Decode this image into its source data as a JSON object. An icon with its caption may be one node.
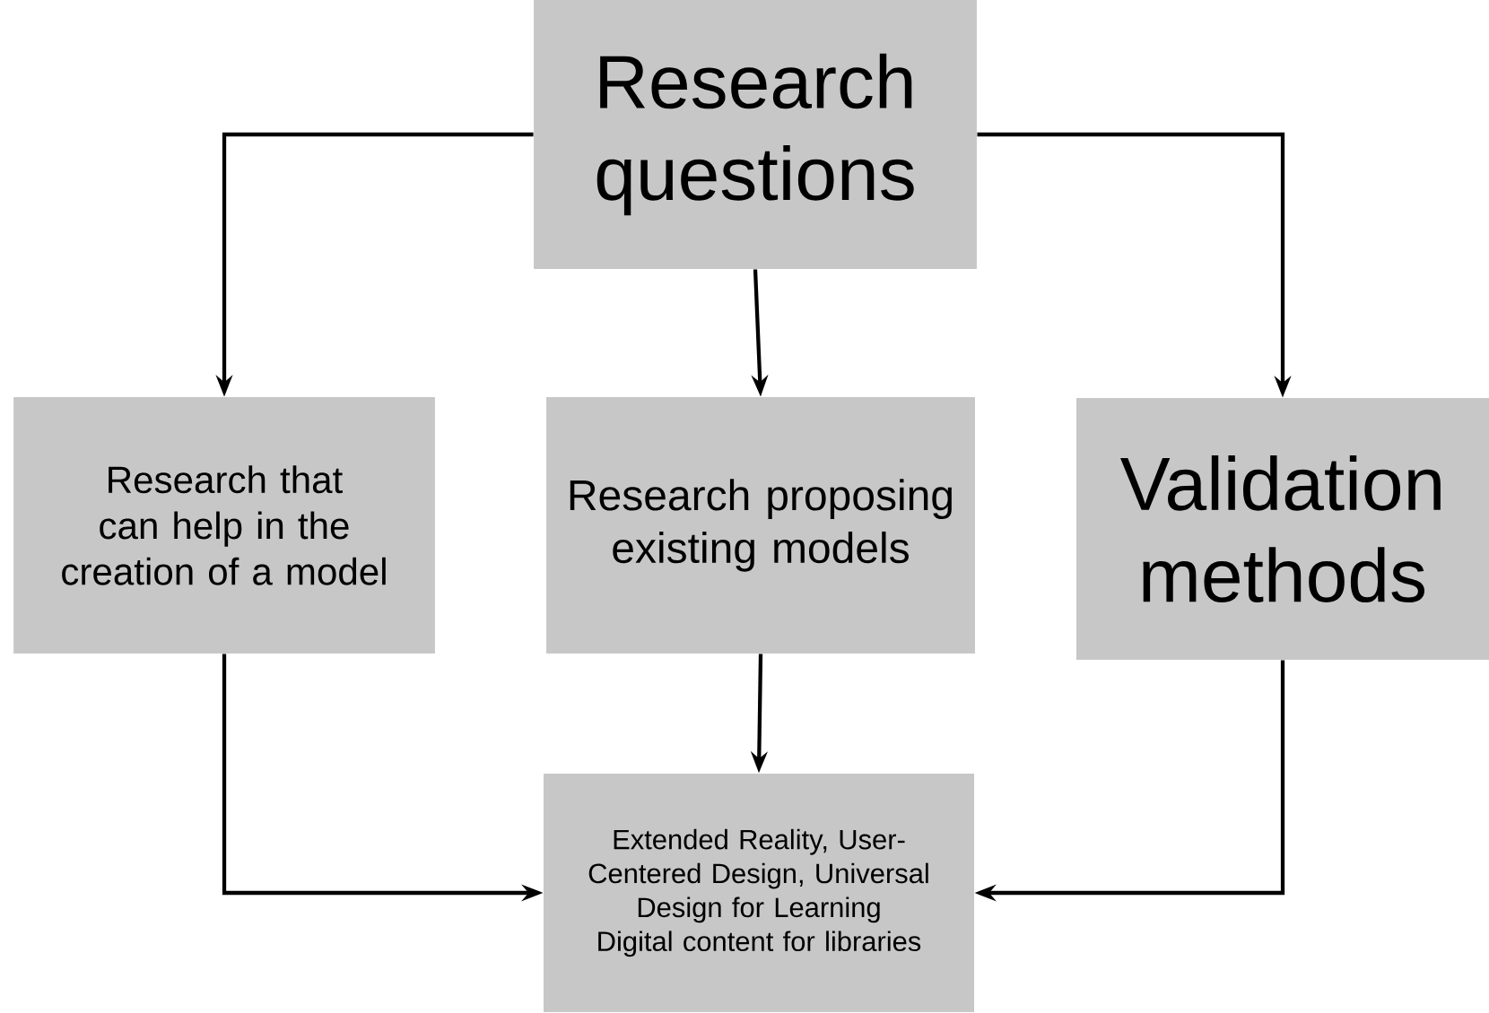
{
  "diagram": {
    "nodes": [
      {
        "text": [
          "Research questions"
        ]
      },
      {
        "text": [
          "Research that can help in the creation of a model"
        ]
      },
      {
        "text": [
          "Research proposing existing models"
        ]
      },
      {
        "text": [
          "Validation methods"
        ]
      },
      {
        "text": [
          "Extended Reality, User-Centered Design, Universal Design for Learning",
          "Digital content for libraries"
        ]
      }
    ],
    "edges": [
      {
        "from": 0,
        "to": 1,
        "arrow": "to"
      },
      {
        "from": 0,
        "to": 2,
        "arrow": "to"
      },
      {
        "from": 0,
        "to": 3,
        "arrow": "to"
      },
      {
        "from": 1,
        "to": 4,
        "arrow": "to"
      },
      {
        "from": 2,
        "to": 4,
        "arrow": "to"
      },
      {
        "from": 3,
        "to": 4,
        "arrow": "to"
      }
    ]
  }
}
